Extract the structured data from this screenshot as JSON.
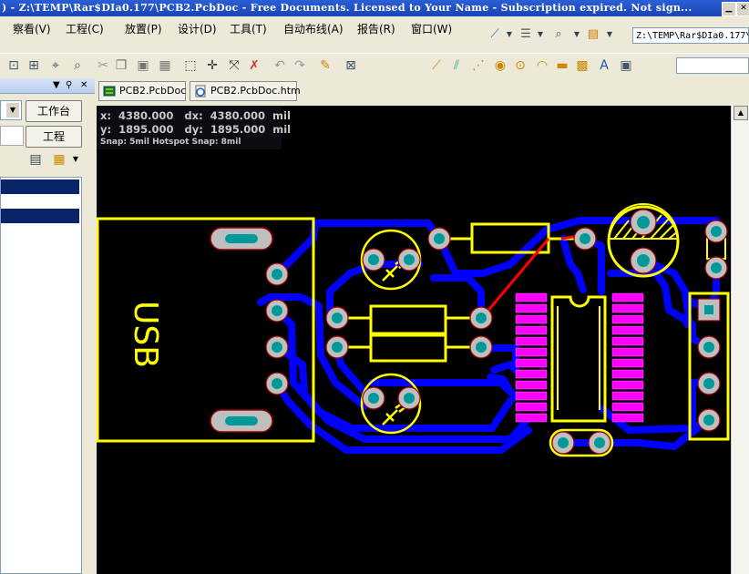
{
  "window": {
    "title": ") - Z:\\TEMP\\Rar$DIa0.177\\PCB2.PcbDoc - Free Documents. Licensed to Your Name - Subscription expired. Not sign..."
  },
  "menu": {
    "items": [
      "察看(V)",
      "工程(C)",
      "放置(P)",
      "设计(D)",
      "工具(T)",
      "自动布线(A)",
      "报告(R)",
      "窗口(W)"
    ]
  },
  "path_box": {
    "value": "Z:\\TEMP\\Rar$DIa0.177\\"
  },
  "left_panel": {
    "workbench_button": "工作台",
    "project_button": "工程"
  },
  "tabs": [
    {
      "label": "PCB2.PcbDoc"
    },
    {
      "label": "PCB2.PcbDoc.htm"
    }
  ],
  "coords": {
    "line1": "x:  4380.000   dx:  4380.000  mil",
    "line2": "y:  1895.000   dy:  1895.000  mil",
    "snap": "Snap: 5mil Hotspot Snap: 8mil"
  },
  "board": {
    "usb_label": "USB"
  },
  "colors": {
    "background": "#000000",
    "top_layer": "#ffff00",
    "bottom_track": "#0000ff",
    "pad": "#bfbfbf",
    "pad_hole": "#009999",
    "smd": "#ff00ff",
    "ratsnest": "#ff0000",
    "title_bar": "#1f4fc8"
  }
}
